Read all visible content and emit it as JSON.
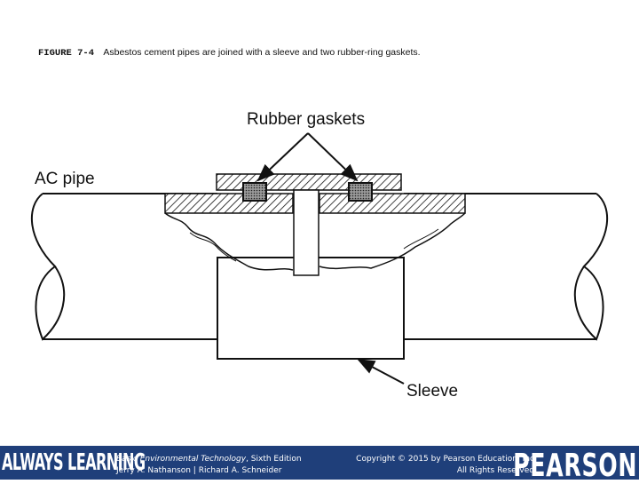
{
  "caption": {
    "figure_label": "FIGURE 7-4",
    "text": "Asbestos cement pipes are joined with a sleeve and two rubber-ring gaskets."
  },
  "diagram": {
    "labels": {
      "gaskets": "Rubber gaskets",
      "pipe": "AC pipe",
      "sleeve": "Sleeve"
    }
  },
  "footer": {
    "brand_left": "ALWAYS LEARNING",
    "book_title": "Basic Environmental Technology",
    "book_edition": ", Sixth Edition",
    "authors": "Jerry A. Nathanson | Richard A. Schneider",
    "copyright": "Copyright © 2015 by Pearson Education, Inc",
    "rights": "All Rights Reserved",
    "brand_right": "PEARSON",
    "background_color": "#1f3f7a"
  }
}
